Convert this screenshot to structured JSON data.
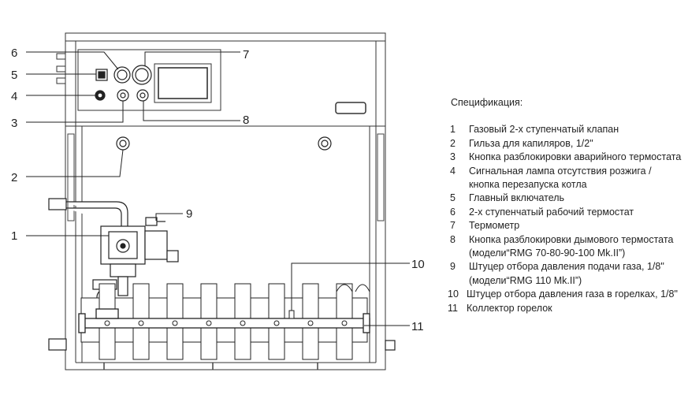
{
  "callouts": [
    "1",
    "2",
    "3",
    "4",
    "5",
    "6",
    "7",
    "8",
    "9",
    "10",
    "11"
  ],
  "spec": {
    "title": "Спецификация:",
    "items": [
      {
        "num": "1",
        "text": "Газовый 2-х ступенчатый клапан",
        "sub": ""
      },
      {
        "num": "2",
        "text": "Гильза для капиляров, 1/2\"",
        "sub": ""
      },
      {
        "num": "3",
        "text": "Кнопка разблокировки аварийного термостата",
        "sub": ""
      },
      {
        "num": "4",
        "text": "Сигнальная лампа отсутствия розжига /",
        "sub": "кнопка перезапуска котла"
      },
      {
        "num": "5",
        "text": "Главный включатель",
        "sub": ""
      },
      {
        "num": "6",
        "text": "2-х ступенчатый рабочий термостат",
        "sub": ""
      },
      {
        "num": "7",
        "text": "Термометр",
        "sub": ""
      },
      {
        "num": "8",
        "text": "Кнопка разблокировки дымового термостата",
        "sub": "(модели“RMG 70-80-90-100 Mk.II”)"
      },
      {
        "num": "9",
        "text": "Штуцер отбора давления подачи газа, 1/8\"",
        "sub": "(модели“RMG 110 Mk.II”)"
      },
      {
        "num": "10",
        "text": "Штуцер отбора давления газа в горелках, 1/8\"",
        "sub": ""
      },
      {
        "num": "11",
        "text": "Коллектор горелок",
        "sub": ""
      }
    ]
  }
}
